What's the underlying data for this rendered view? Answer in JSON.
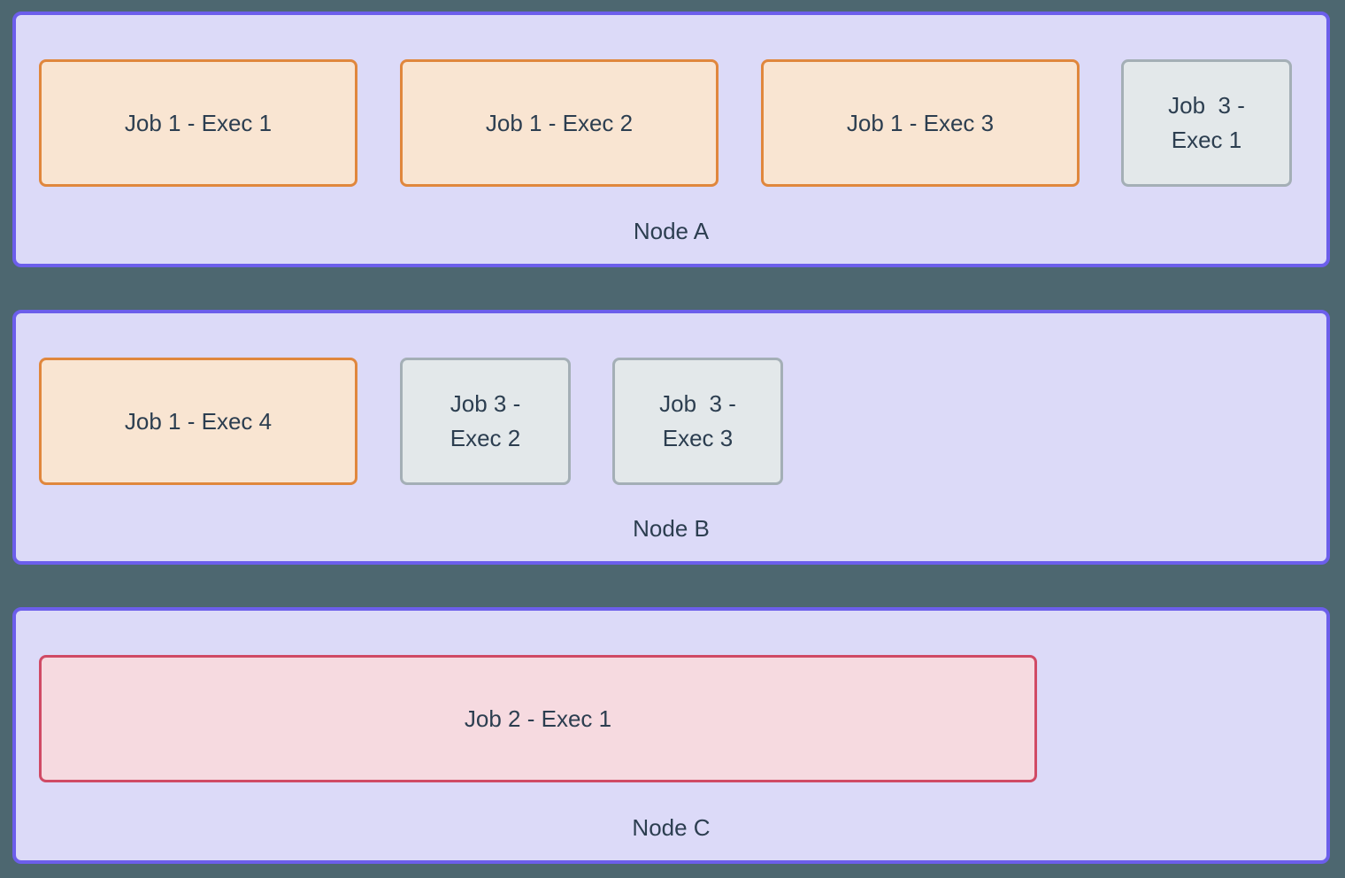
{
  "diagram": {
    "colors": {
      "bg": "#4d6770",
      "node_fill": "#dcdaf8",
      "node_border": "#6c5eeb",
      "job1_fill": "#f9e5d2",
      "job1_border": "#e0873d",
      "job2_fill": "#f6dae0",
      "job2_border": "#d04a65",
      "job3_fill": "#e3e8ea",
      "job3_border": "#a4afb6",
      "text": "#2c3e50"
    },
    "nodes": [
      {
        "label": "Node A",
        "executors": [
          {
            "label": "Job 1 - Exec 1",
            "job": "job1"
          },
          {
            "label": "Job 1 - Exec 2",
            "job": "job1"
          },
          {
            "label": "Job 1 - Exec 3",
            "job": "job1"
          },
          {
            "label": "Job  3 -\nExec 1",
            "job": "job3"
          }
        ]
      },
      {
        "label": "Node B",
        "executors": [
          {
            "label": "Job 1 - Exec 4",
            "job": "job1"
          },
          {
            "label": "Job 3 -\nExec 2",
            "job": "job3"
          },
          {
            "label": "Job  3 -\nExec 3",
            "job": "job3"
          }
        ]
      },
      {
        "label": "Node C",
        "executors": [
          {
            "label": "Job 2 - Exec 1",
            "job": "job2"
          }
        ]
      }
    ]
  }
}
